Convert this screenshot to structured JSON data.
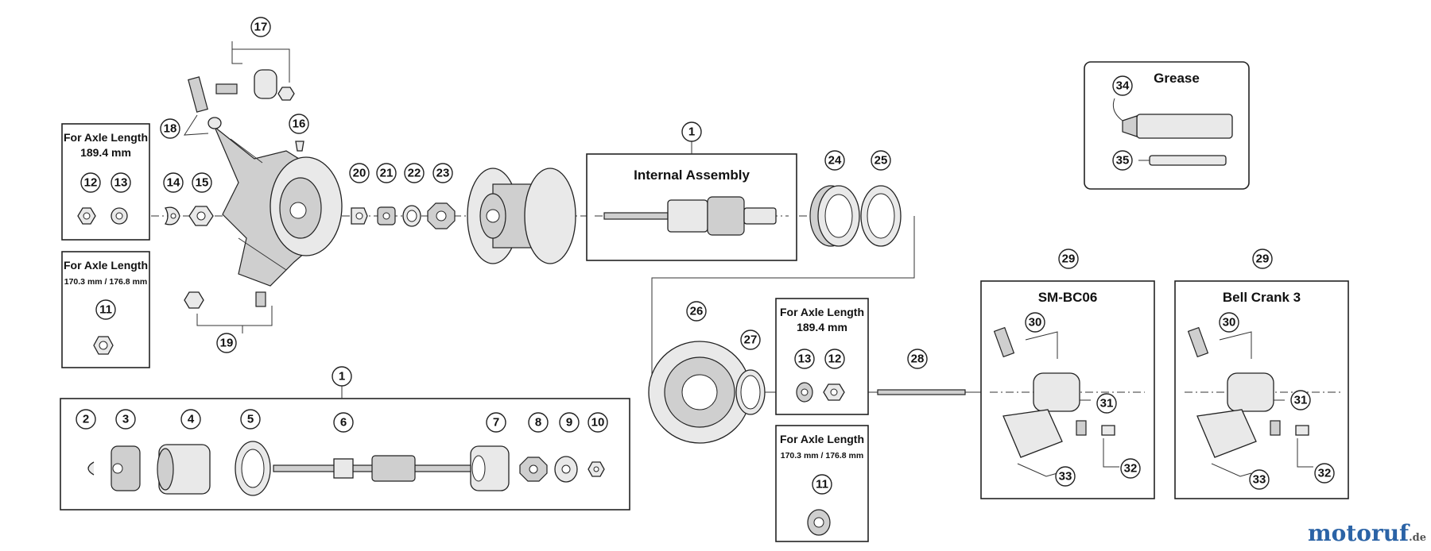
{
  "callouts": {
    "c1": "1",
    "c2": "2",
    "c3": "3",
    "c4": "4",
    "c5": "5",
    "c6": "6",
    "c7": "7",
    "c8": "8",
    "c9": "9",
    "c10": "10",
    "c11": "11",
    "c12": "12",
    "c13": "13",
    "c14": "14",
    "c15": "15",
    "c16": "16",
    "c17": "17",
    "c18": "18",
    "c19": "19",
    "c20": "20",
    "c21": "21",
    "c22": "22",
    "c23": "23",
    "c24": "24",
    "c25": "25",
    "c26": "26",
    "c27": "27",
    "c28": "28",
    "c29": "29",
    "c30": "30",
    "c31": "31",
    "c32": "32",
    "c33": "33",
    "c34": "34",
    "c35": "35"
  },
  "boxes": {
    "axle_long_left": {
      "line1": "For Axle Length",
      "line2": "189.4 mm"
    },
    "axle_short_left": {
      "line1": "For Axle Length",
      "line2": "170.3 mm / 176.8 mm"
    },
    "axle_long_right": {
      "line1": "For Axle Length",
      "line2": "189.4 mm"
    },
    "axle_short_right": {
      "line1": "For Axle Length",
      "line2": "170.3 mm / 176.8 mm"
    },
    "internal_assembly": {
      "title": "Internal Assembly"
    },
    "grease": {
      "title": "Grease"
    },
    "sm_bc06": {
      "title": "SM-BC06"
    },
    "bell_crank_3": {
      "title": "Bell Crank 3"
    }
  },
  "watermark": {
    "brand": "motoruf",
    "tld": ".de",
    "brand_color": "#2b63a6",
    "accent_color": "#f08a1c"
  }
}
